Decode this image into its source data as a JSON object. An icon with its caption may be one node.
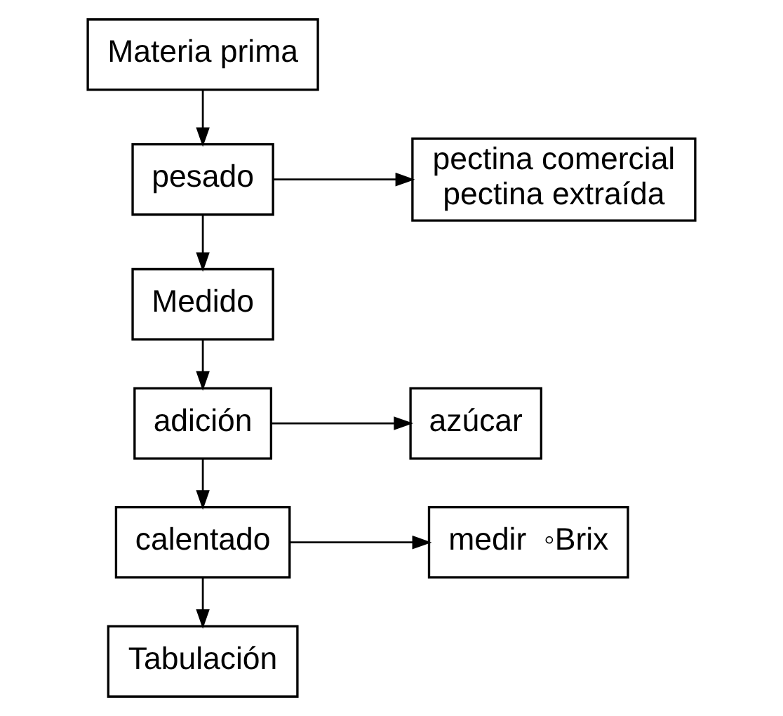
{
  "diagram": {
    "nodes": [
      {
        "text": [
          "Materia prima"
        ]
      },
      {
        "text": [
          "pesado"
        ]
      },
      {
        "text": [
          "pectina comercial",
          "pectina extraída"
        ]
      },
      {
        "text": [
          "Medido"
        ]
      },
      {
        "text": [
          "adición"
        ]
      },
      {
        "text": [
          "azúcar"
        ]
      },
      {
        "text": [
          "calentado"
        ]
      },
      {
        "text": [
          "medir  ◦Brix"
        ]
      },
      {
        "text": [
          "Tabulación"
        ]
      }
    ],
    "edges": [
      {
        "from": 0,
        "to": 1,
        "arrow": "to"
      },
      {
        "from": 1,
        "to": 2,
        "arrow": "to"
      },
      {
        "from": 1,
        "to": 3,
        "arrow": "to"
      },
      {
        "from": 3,
        "to": 4,
        "arrow": "to"
      },
      {
        "from": 4,
        "to": 5,
        "arrow": "to"
      },
      {
        "from": 4,
        "to": 6,
        "arrow": "to"
      },
      {
        "from": 6,
        "to": 7,
        "arrow": "to"
      },
      {
        "from": 6,
        "to": 8,
        "arrow": "to"
      }
    ]
  }
}
